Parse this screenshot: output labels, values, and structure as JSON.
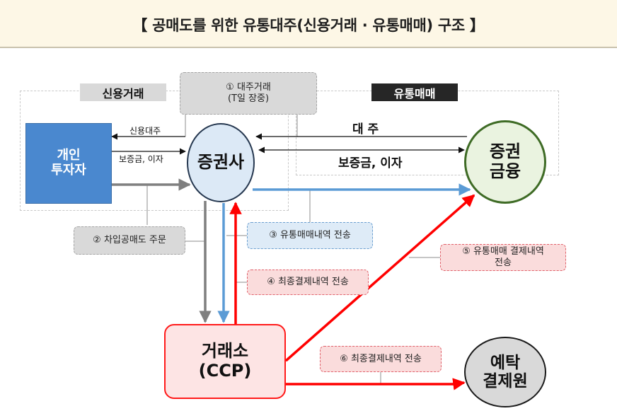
{
  "title": "【 공매도를 위한 유통대주(신용거래 · 유통매매) 구조 】",
  "zones": {
    "credit": "신용거래",
    "distribution": "유통매매"
  },
  "entities": {
    "individual": [
      "개인",
      "투자자"
    ],
    "broker": "증권사",
    "finance": [
      "증권",
      "금융"
    ],
    "exchange": [
      "거래소",
      "(CCP)"
    ],
    "depository": [
      "예탁",
      "결제원"
    ]
  },
  "flow_labels": {
    "credit_lending": "신용대주",
    "margin_interest_small": "보증금, 이자",
    "lending": "대 주",
    "margin_interest": "보증금, 이자"
  },
  "notes": {
    "n1": [
      "① 대주거래",
      "(T일 장중)"
    ],
    "n2": "② 차입공매도 주문",
    "n3": "③ 유통매매내역 전송",
    "n4": "④ 최종결제내역 전송",
    "n5": [
      "⑤ 유통매매 결제내역",
      "전송"
    ],
    "n6": "⑥ 최종결제내역 전송"
  },
  "colors": {
    "blue_flow": "#5b9bd5",
    "red_flow": "#ff0000",
    "gray_flow": "#7f7f7f",
    "investor_fill": "#4a88cf",
    "broker_fill": "#dce9f6",
    "finance_fill": "#eaf3e0",
    "finance_border": "#3e6b25",
    "exchange_fill": "#fde4e4",
    "depository_fill": "#d9d9d9"
  }
}
